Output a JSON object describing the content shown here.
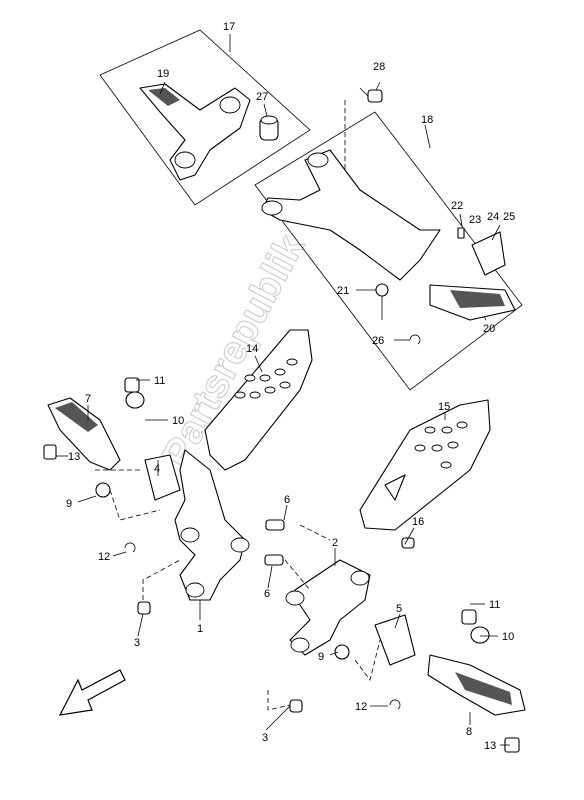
{
  "watermark": "Partsrepublik",
  "callouts": {
    "c1": "1",
    "c2": "2",
    "c3a": "3",
    "c3b": "3",
    "c4": "4",
    "c5": "5",
    "c6a": "6",
    "c6b": "6",
    "c7": "7",
    "c8": "8",
    "c9a": "9",
    "c9b": "9",
    "c10a": "10",
    "c10b": "10",
    "c11a": "11",
    "c11b": "11",
    "c12a": "12",
    "c12b": "12",
    "c13a": "13",
    "c13b": "13",
    "c14": "14",
    "c15": "15",
    "c16": "16",
    "c17": "17",
    "c18": "18",
    "c19": "19",
    "c20": "20",
    "c21": "21",
    "c22": "22",
    "c23": "23",
    "c24": "24",
    "c25": "25",
    "c26": "26",
    "c27": "27",
    "c28": "28"
  },
  "icons": {
    "direction": "front-direction-arrow-icon"
  }
}
